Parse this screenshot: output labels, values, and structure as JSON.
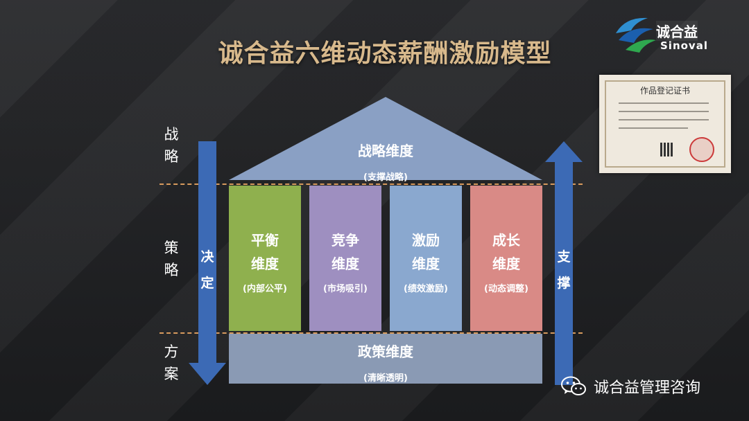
{
  "title": "诚合益六维动态薪酬激励模型",
  "logo": {
    "cn": "诚合益",
    "en": "Sinoval"
  },
  "certificate": {
    "title": "作品登记证书"
  },
  "roof": {
    "name": "战略维度",
    "sub": "(支撑战略)"
  },
  "pillars": [
    {
      "name": "平衡维度",
      "sub": "(内部公平)",
      "color": "#8fb04e"
    },
    {
      "name": "竞争维度",
      "sub": "(市场吸引)",
      "color": "#9e8fc0"
    },
    {
      "name": "激励维度",
      "sub": "(绩效激励)",
      "color": "#8aa8cf"
    },
    {
      "name": "成长维度",
      "sub": "(动态调整)",
      "color": "#d98a86"
    }
  ],
  "base": {
    "name": "政策维度",
    "sub": "(清晰透明)"
  },
  "side_labels": {
    "strategy": "战略",
    "tactics": "策略",
    "plan": "方案"
  },
  "arrows": {
    "down": "决定",
    "up": "支撑",
    "color": "#3c6ab5"
  },
  "colors": {
    "roof": "#8aa0c4",
    "dash": "#d89b5d",
    "title": "#d8b98c"
  },
  "brand": {
    "text": "诚合益管理咨询",
    "icon": "wechat-icon"
  }
}
